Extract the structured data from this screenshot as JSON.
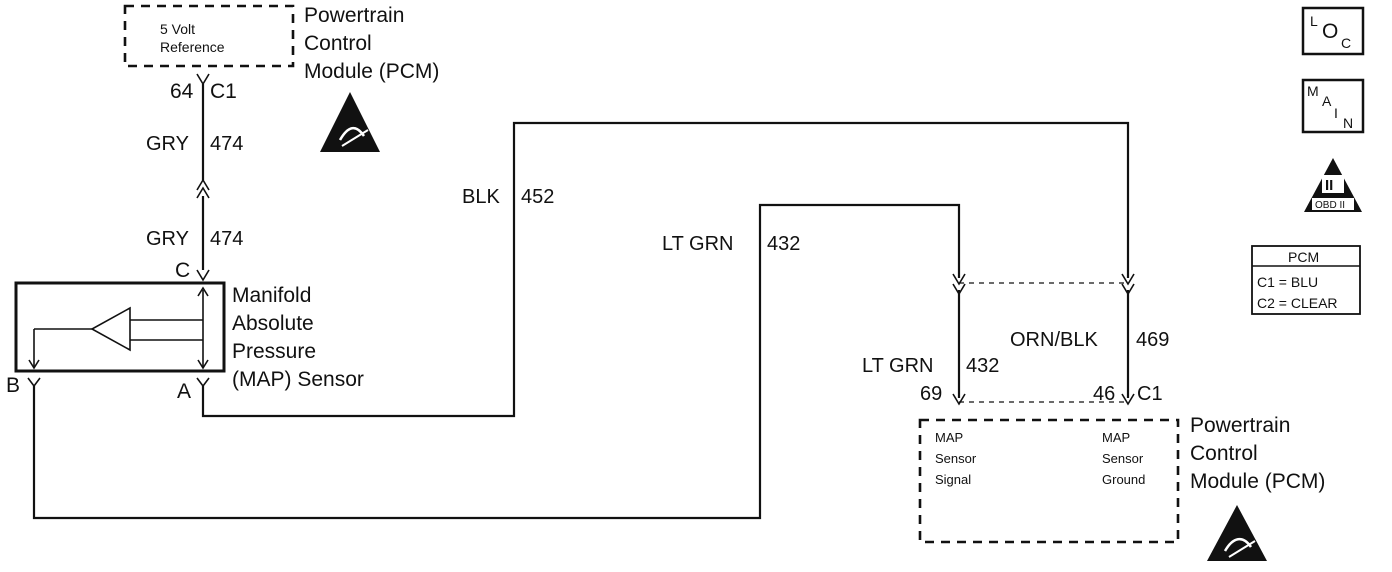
{
  "top_module": {
    "box_label_1": "5 Volt",
    "box_label_2": "Reference",
    "name_1": "Powertrain",
    "name_2": "Control",
    "name_3": "Module (PCM)",
    "pin": "64",
    "connector": "C1"
  },
  "wires": {
    "gry_upper_color": "GRY",
    "gry_upper_circuit": "474",
    "gry_lower_color": "GRY",
    "gry_lower_circuit": "474",
    "blk_color": "BLK",
    "blk_circuit": "452",
    "ltgrn_upper_color": "LT GRN",
    "ltgrn_upper_circuit": "432",
    "ltgrn_lower_color": "LT GRN",
    "ltgrn_lower_circuit": "432",
    "ornblk_color": "ORN/BLK",
    "ornblk_circuit": "469"
  },
  "sensor": {
    "name_1": "Manifold",
    "name_2": "Absolute",
    "name_3": "Pressure",
    "name_4": "(MAP) Sensor",
    "terminal_c": "C",
    "terminal_b": "B",
    "terminal_a": "A"
  },
  "bottom_module": {
    "pin_signal": "69",
    "pin_ground": "46",
    "connector": "C1",
    "signal_1": "MAP",
    "signal_2": "Sensor",
    "signal_3": "Signal",
    "ground_1": "MAP",
    "ground_2": "Sensor",
    "ground_3": "Ground",
    "name_1": "Powertrain",
    "name_2": "Control",
    "name_3": "Module (PCM)"
  },
  "icons": {
    "loc_l": "L",
    "loc_o": "O",
    "loc_c": "C",
    "main_m": "M",
    "main_a": "A",
    "main_i": "I",
    "main_n": "N",
    "obd_numeral": "II",
    "obd_label": "OBD II"
  },
  "connector_legend": {
    "title": "PCM",
    "c1": "C1 = BLU",
    "c2": "C2 = CLEAR"
  }
}
